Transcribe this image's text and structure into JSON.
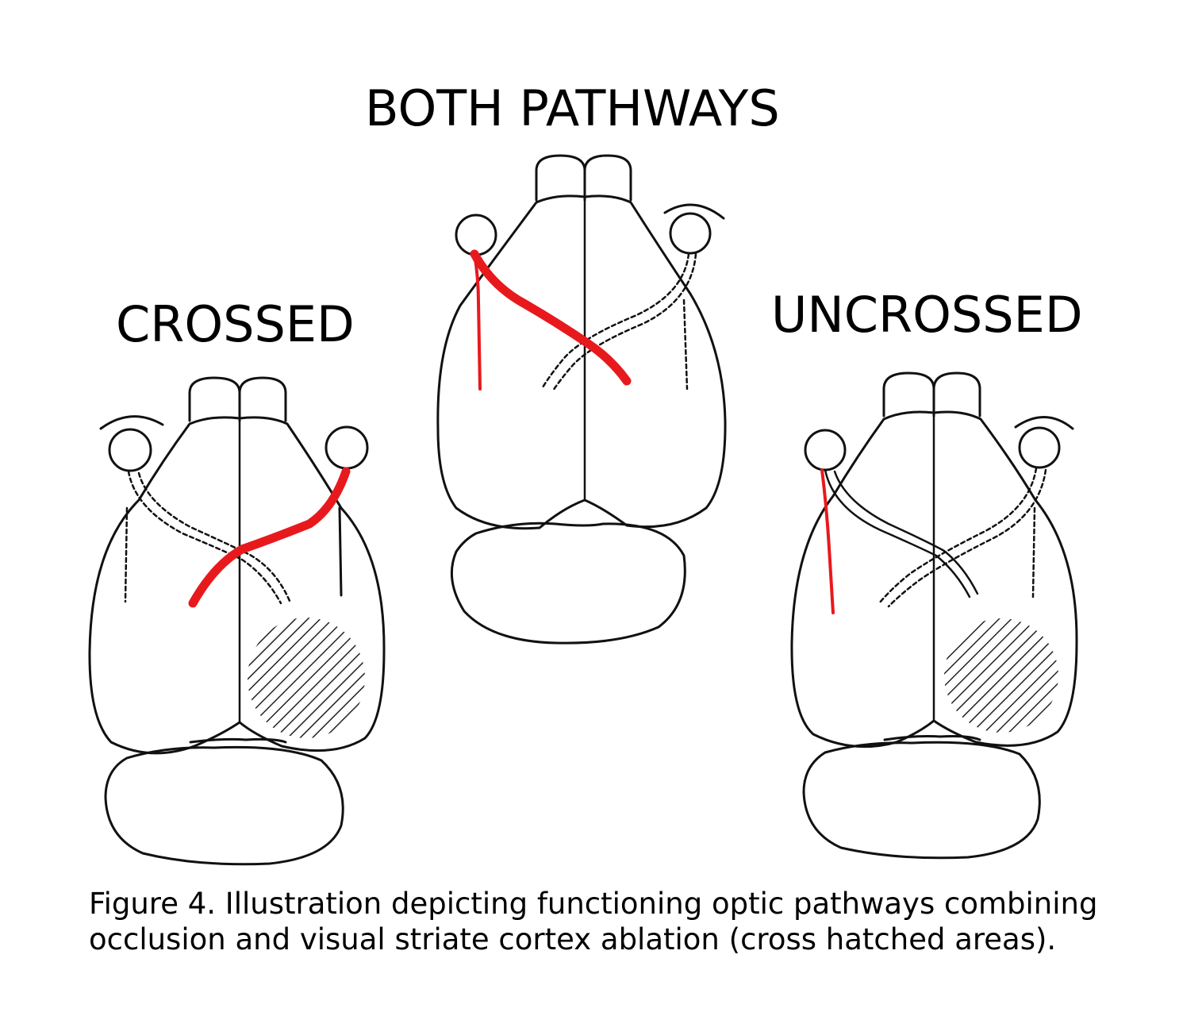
{
  "titles": {
    "both": "BOTH PATHWAYS",
    "crossed": "CROSSED",
    "uncrossed": "UNCROSSED"
  },
  "caption": {
    "line1": "Figure 4. Illustration depicting functioning optic pathways combining",
    "line2": "occlusion and visual striate cortex ablation (cross hatched areas)."
  },
  "colors": {
    "pathway": "#e8191d",
    "outline": "#111111",
    "background": "#ffffff"
  }
}
